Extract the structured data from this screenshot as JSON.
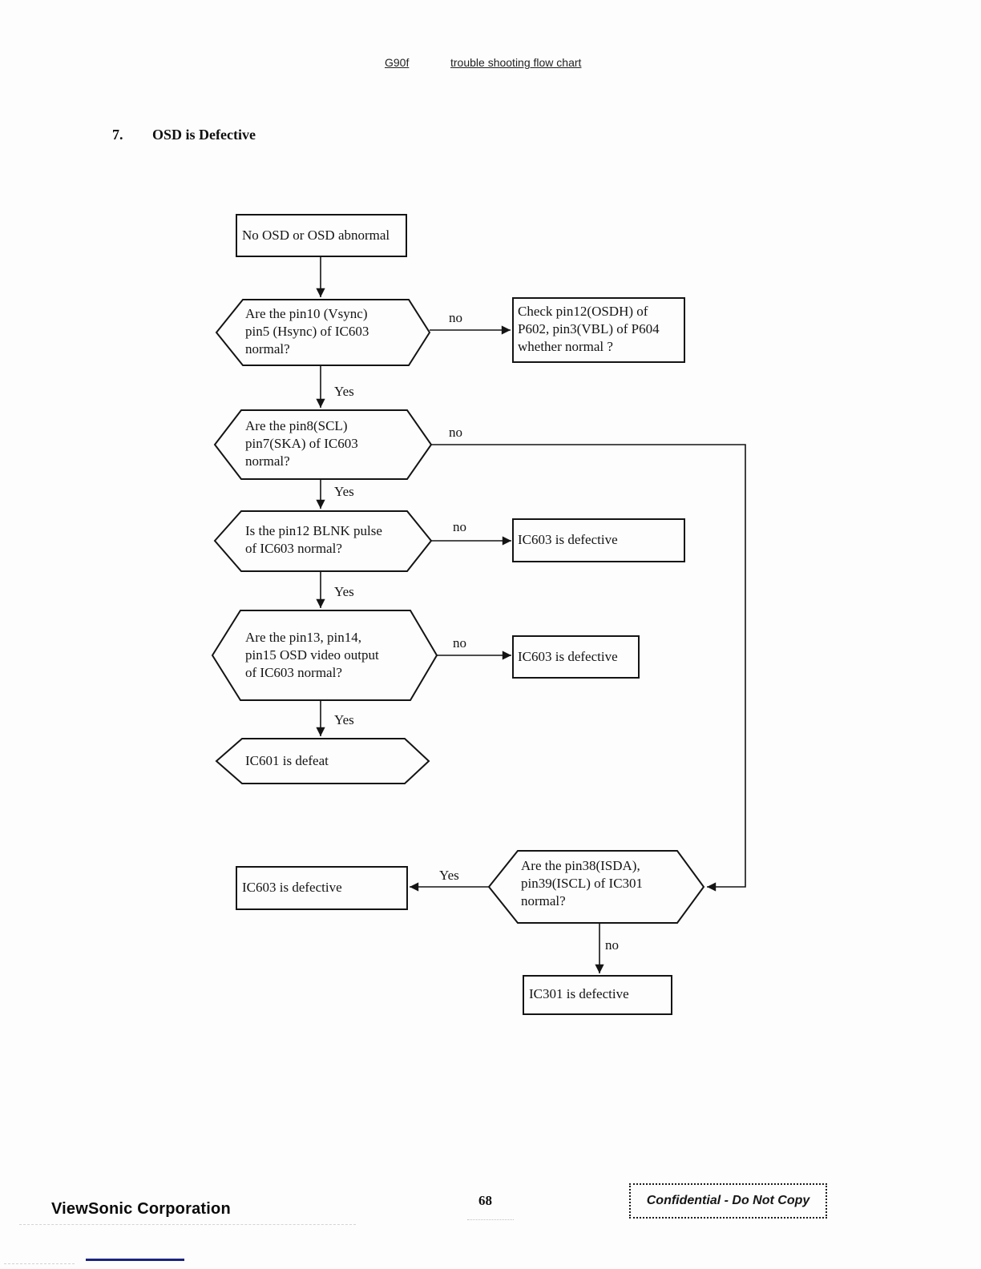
{
  "header": {
    "model": "G90f",
    "title": "trouble shooting flow chart"
  },
  "section": {
    "number": "7.",
    "title": "OSD is Defective"
  },
  "flowchart": {
    "yes_label": "Yes",
    "no_label": "no",
    "nodes": {
      "start": {
        "text": "No OSD or OSD abnormal"
      },
      "q_vsync": {
        "text": "Are the pin10 (Vsync)\npin5 (Hsync) of IC603\nnormal?"
      },
      "check_p602": {
        "text": "Check pin12(OSDH) of\nP602, pin3(VBL) of P604\nwhether normal ?"
      },
      "q_scl": {
        "text": "Are the pin8(SCL)\npin7(SKA) of IC603\nnormal?"
      },
      "q_blnk": {
        "text": "Is the pin12 BLNK pulse\nof IC603 normal?"
      },
      "ic603_defective_1": {
        "text": "IC603 is defective"
      },
      "q_osd_video": {
        "text": "Are the pin13, pin14,\npin15 OSD video output\nof IC603 normal?"
      },
      "ic603_defective_2": {
        "text": "IC603 is defective"
      },
      "ic601_defeat": {
        "text": "IC601 is defeat"
      },
      "q_isda": {
        "text": "Are the pin38(ISDA),\npin39(ISCL) of IC301\nnormal?"
      },
      "ic603_defective_3": {
        "text": "IC603 is defective"
      },
      "ic301_defective": {
        "text": "IC301 is defective"
      }
    }
  },
  "footer": {
    "page_number": "68",
    "company": "ViewSonic Corporation",
    "confidential": "Confidential  -  Do Not Copy"
  }
}
